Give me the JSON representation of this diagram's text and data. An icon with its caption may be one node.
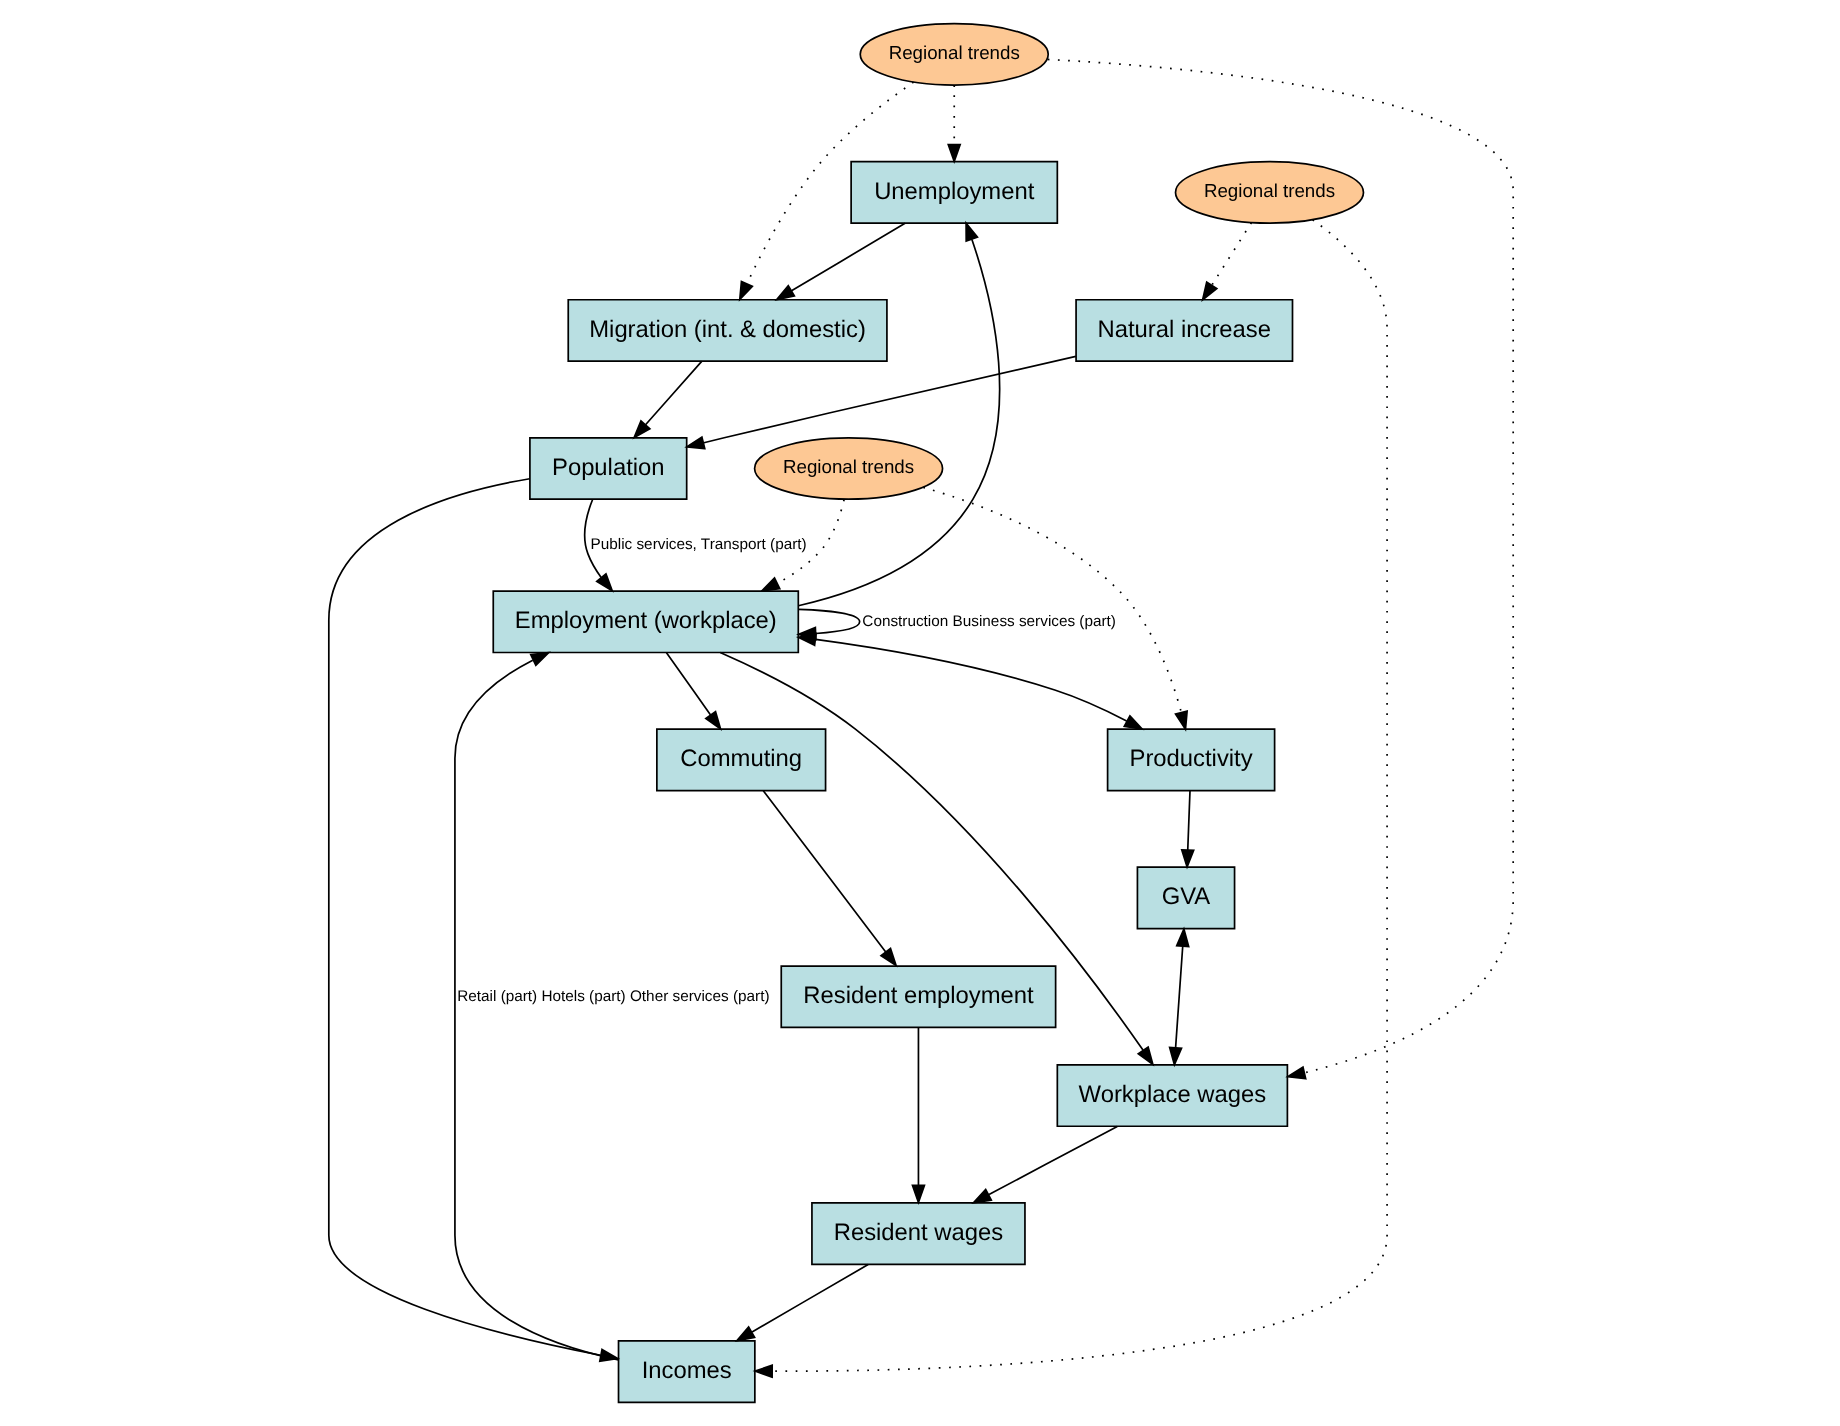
{
  "diagram": {
    "nodes": [
      {
        "text": [
          "Regional trends"
        ]
      },
      {
        "text": [
          "Unemployment"
        ]
      },
      {
        "text": [
          "Migration (int. & domestic)"
        ]
      },
      {
        "text": [
          "Employment (workplace)"
        ]
      },
      {
        "text": [
          "Commuting"
        ]
      },
      {
        "text": [
          "Workplace wages"
        ]
      },
      {
        "text": [
          "Resident employment"
        ]
      },
      {
        "text": [
          "Resident wages"
        ]
      },
      {
        "text": [
          "Regional trends"
        ]
      },
      {
        "text": [
          "Productivity"
        ]
      },
      {
        "text": [
          "Incomes"
        ]
      },
      {
        "text": [
          "Population"
        ]
      },
      {
        "text": [
          "GVA"
        ]
      },
      {
        "text": [
          "Regional trends"
        ]
      },
      {
        "text": [
          "Natural increase"
        ]
      }
    ],
    "edges": [
      {
        "from": 0,
        "to": 1,
        "arrow": "to",
        "style": "dashed"
      },
      {
        "from": 0,
        "to": 2,
        "arrow": "to",
        "style": "dashed"
      },
      {
        "from": 0,
        "to": 5,
        "arrow": "to",
        "style": "dashed"
      },
      {
        "from": 1,
        "to": 2,
        "arrow": "to"
      },
      {
        "from": 3,
        "to": 1,
        "arrow": "to"
      },
      {
        "from": 3,
        "to": 4,
        "arrow": "to"
      },
      {
        "from": 3,
        "to": 5,
        "arrow": "to"
      },
      {
        "from": 3,
        "to": 3,
        "arrow": "to",
        "label": "Construction Business services (part)"
      },
      {
        "from": 4,
        "to": 6,
        "arrow": "to"
      },
      {
        "from": 5,
        "to": 7,
        "arrow": "to"
      },
      {
        "from": 6,
        "to": 7,
        "arrow": "to"
      },
      {
        "from": 7,
        "to": 10,
        "arrow": "to"
      },
      {
        "from": 8,
        "to": 3,
        "arrow": "to",
        "style": "dashed"
      },
      {
        "from": 8,
        "to": 9,
        "arrow": "to",
        "style": "dashed"
      },
      {
        "from": 3,
        "to": 9,
        "arrow": "both"
      },
      {
        "from": 11,
        "to": 3,
        "arrow": "to",
        "label": "Public services, Transport (part)"
      },
      {
        "from": 10,
        "to": 3,
        "arrow": "to",
        "label": "Retail (part) Hotels (part) Other services (part)"
      },
      {
        "from": 9,
        "to": 12,
        "arrow": "to"
      },
      {
        "from": 12,
        "to": 5,
        "arrow": "both"
      },
      {
        "from": 11,
        "to": 10,
        "arrow": "to"
      },
      {
        "from": 2,
        "to": 11,
        "arrow": "to"
      },
      {
        "from": 13,
        "to": 10,
        "arrow": "to",
        "style": "dashed"
      },
      {
        "from": 13,
        "to": 14,
        "arrow": "to",
        "style": "dashed"
      },
      {
        "from": 14,
        "to": 11,
        "arrow": "to"
      }
    ]
  }
}
